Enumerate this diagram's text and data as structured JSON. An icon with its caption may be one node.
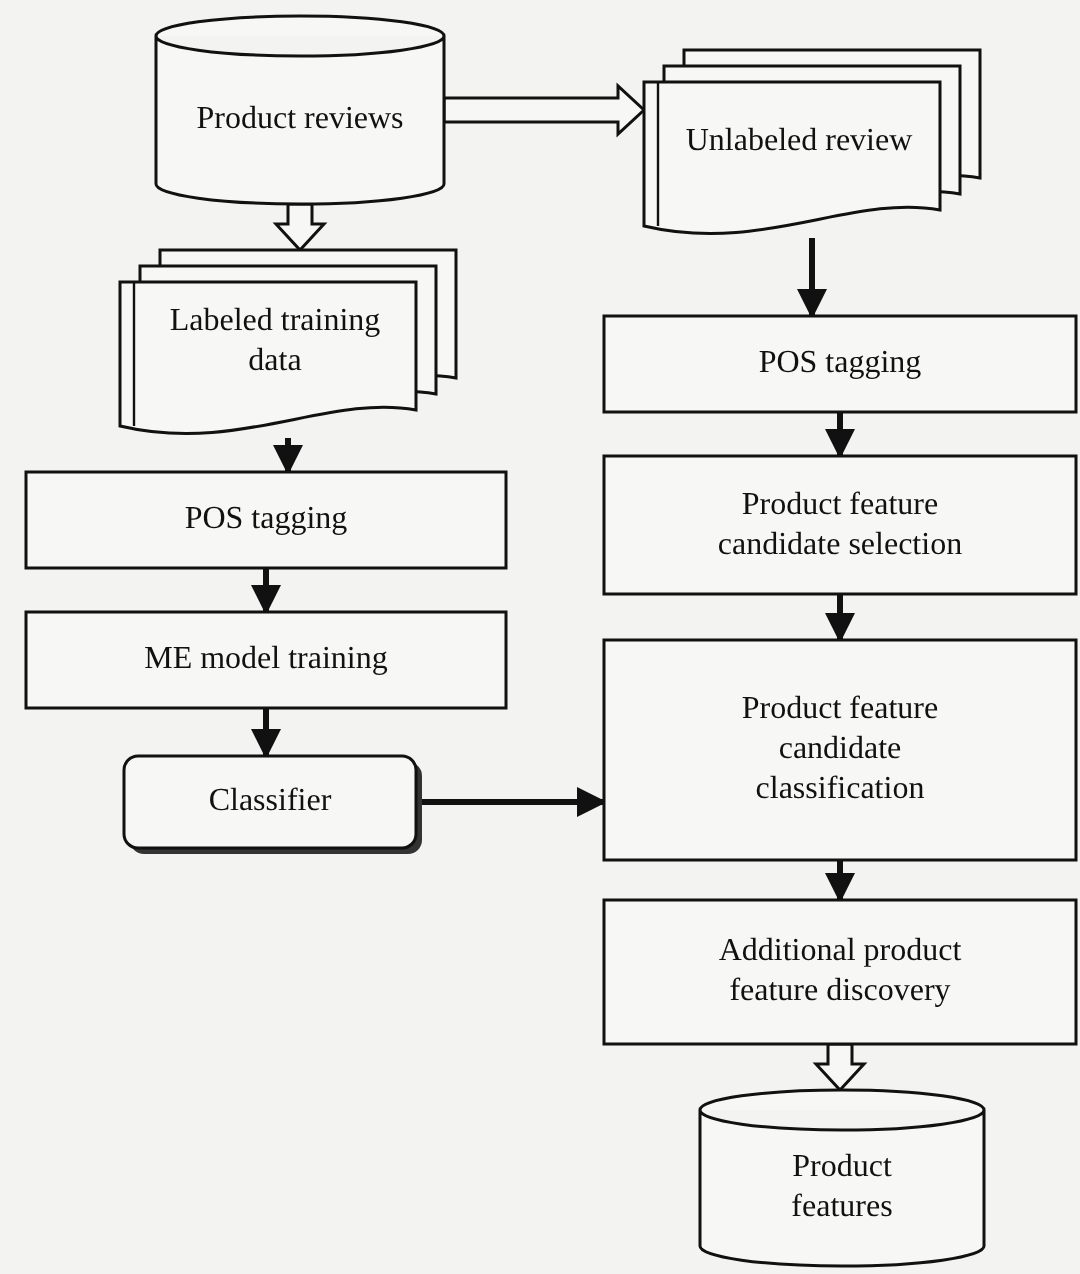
{
  "diagram": {
    "nodes": [
      {
        "text": [
          "Product reviews"
        ]
      },
      {
        "text": [
          "Unlabeled review"
        ]
      },
      {
        "text": [
          "Labeled training data"
        ]
      },
      {
        "text": [
          "POS tagging"
        ]
      },
      {
        "text": [
          "ME model training"
        ]
      },
      {
        "text": [
          "Classifier"
        ]
      },
      {
        "text": [
          "POS tagging"
        ]
      },
      {
        "text": [
          "Product feature candidate selection"
        ]
      },
      {
        "text": [
          "Product feature candidate classification"
        ]
      },
      {
        "text": [
          "Additional product feature discovery"
        ]
      },
      {
        "text": [
          "Product features"
        ]
      }
    ],
    "edges": [
      {
        "from": 0,
        "to": 1,
        "arrow": "to",
        "style": "thick"
      },
      {
        "from": 0,
        "to": 2,
        "arrow": "to",
        "style": "thick"
      },
      {
        "from": 2,
        "to": 3,
        "arrow": "to"
      },
      {
        "from": 3,
        "to": 4,
        "arrow": "to"
      },
      {
        "from": 4,
        "to": 5,
        "arrow": "to"
      },
      {
        "from": 5,
        "to": 8,
        "arrow": "to"
      },
      {
        "from": 1,
        "to": 6,
        "arrow": "to"
      },
      {
        "from": 6,
        "to": 7,
        "arrow": "to"
      },
      {
        "from": 7,
        "to": 8,
        "arrow": "to"
      },
      {
        "from": 8,
        "to": 9,
        "arrow": "to"
      },
      {
        "from": 9,
        "to": 10,
        "arrow": "to",
        "style": "thick"
      }
    ]
  }
}
